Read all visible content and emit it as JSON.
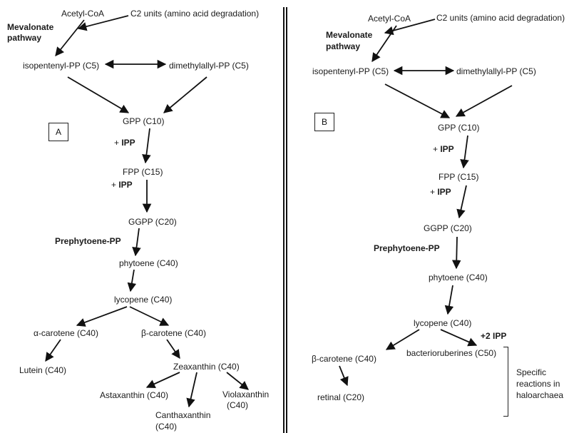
{
  "panel_a": {
    "box": "A",
    "acetyl_coa": "Acetyl-CoA",
    "c2_units": "C2 units (amino acid degradation)",
    "mevalonate": "Mevalonate",
    "pathway": "pathway",
    "ipp_c5": "isopentenyl-PP (C5)",
    "dmapp_c5": "dimethylallyl-PP (C5)",
    "gpp": "GPP (C10)",
    "plus_ipp_1_plus": "+ ",
    "plus_ipp_1": "IPP",
    "fpp": "FPP (C15)",
    "plus_ipp_2_plus": "+ ",
    "plus_ipp_2": "IPP",
    "ggpp": "GGPP (C20)",
    "prephytoene": "Prephytoene-PP",
    "phytoene": "phytoene (C40)",
    "lycopene": "lycopene (C40)",
    "alpha_carotene": "α-carotene (C40)",
    "beta_carotene": "β-carotene (C40)",
    "lutein": "Lutein (C40)",
    "zeaxanthin": "Zeaxanthin (C40)",
    "astaxanthin": "Astaxanthin (C40)",
    "violaxanthin_1": "Violaxanthin",
    "violaxanthin_2": "(C40)",
    "canthaxanthin_1": "Canthaxanthin",
    "canthaxanthin_2": "(C40)"
  },
  "panel_b": {
    "box": "B",
    "acetyl_coa": "Acetyl-CoA",
    "c2_units": "C2 units (amino acid degradation)",
    "mevalonate": "Mevalonate",
    "pathway": "pathway",
    "ipp_c5": "isopentenyl-PP (C5)",
    "dmapp_c5": "dimethylallyl-PP (C5)",
    "gpp": "GPP (C10)",
    "plus_ipp_1_plus": "+ ",
    "plus_ipp_1": "IPP",
    "fpp": "FPP (C15)",
    "plus_ipp_2_plus": "+ ",
    "plus_ipp_2": "IPP",
    "ggpp": "GGPP (C20)",
    "prephytoene": "Prephytoene-PP",
    "phytoene": "phytoene (C40)",
    "lycopene": "lycopene (C40)",
    "plus_2_ipp": "+2  IPP",
    "beta_carotene": "β-carotene (C40)",
    "bacterioruberines": "bacterioruberines (C50)",
    "retinal": "retinal (C20)",
    "specific_1": "Specific",
    "specific_2": "reactions in",
    "specific_3": "haloarchaea"
  }
}
